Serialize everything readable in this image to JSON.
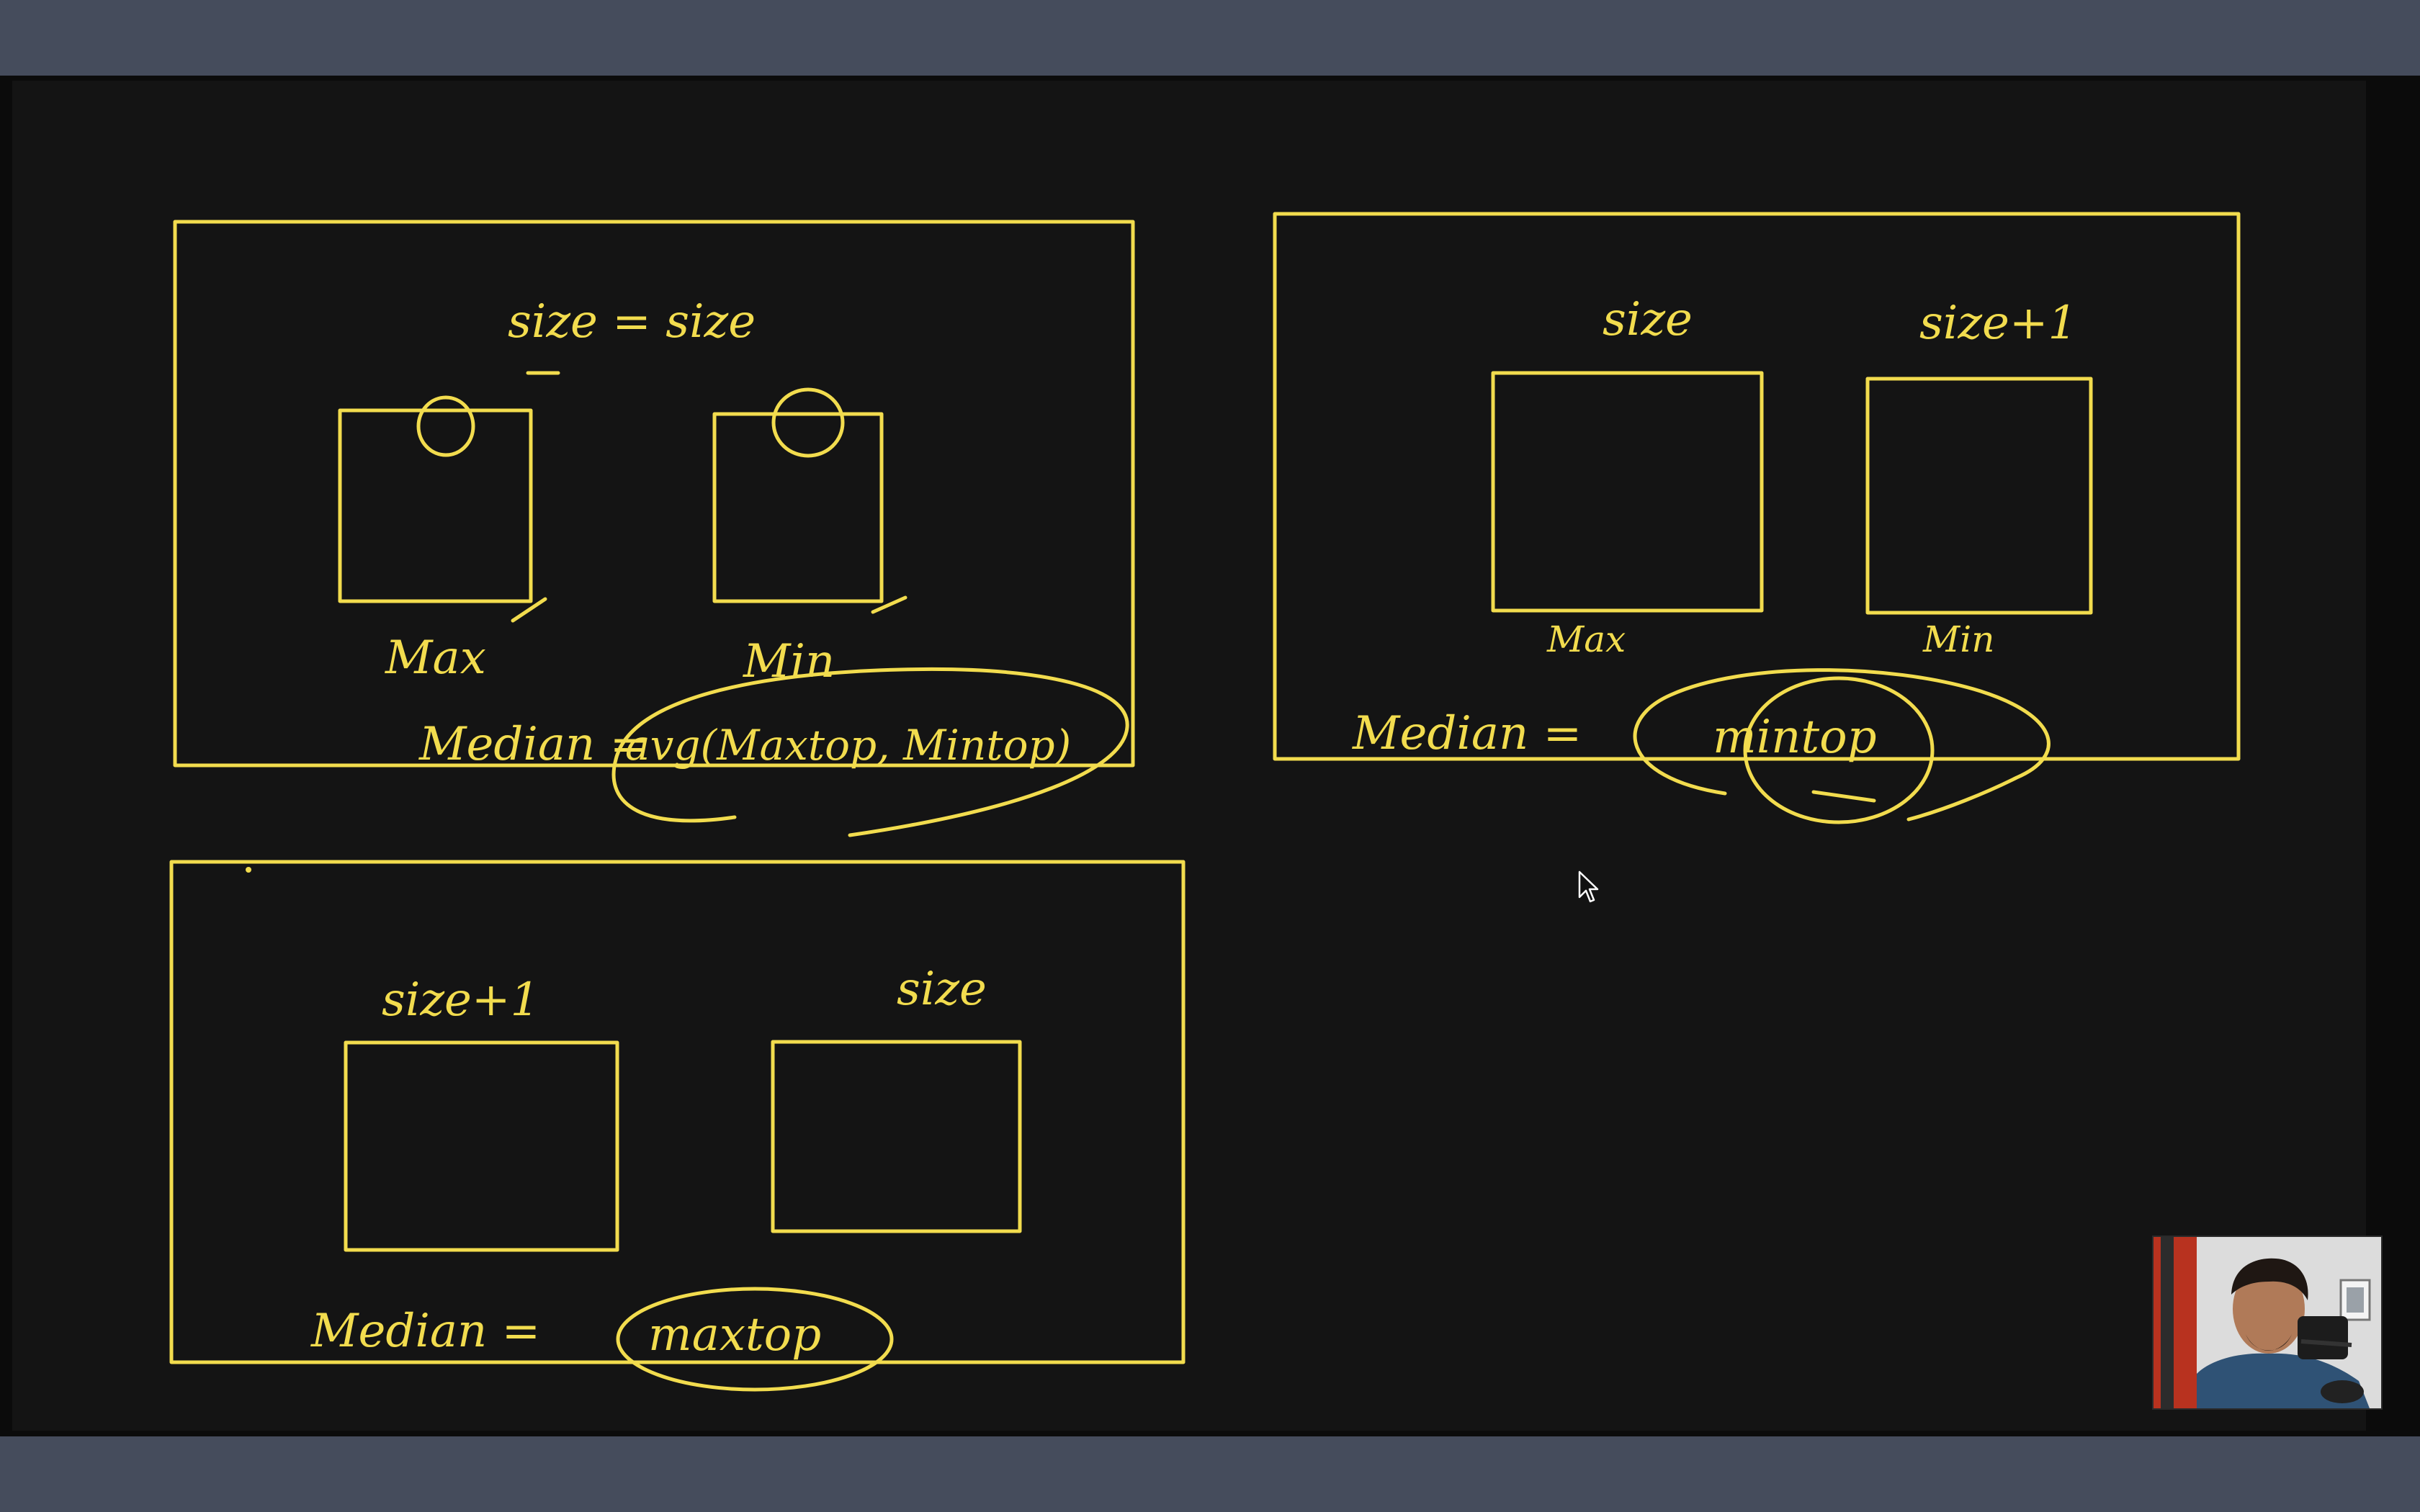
{
  "panel_top_left": {
    "label_size_eq": "size = size",
    "label_max": "Max",
    "label_min": "Min",
    "formula_prefix": "Median =",
    "formula_circled": "avg(Maxtop, Mintop)"
  },
  "panel_top_right": {
    "label_left": "size",
    "label_right": "size+1",
    "label_max": "Max",
    "label_min": "Min",
    "formula_prefix": "Median =",
    "formula_circled": "mintop"
  },
  "panel_bottom_left": {
    "label_left": "size+1",
    "label_right": "size",
    "formula_prefix": "Median =",
    "formula_circled": "maxtop"
  },
  "colors": {
    "ink": "#f2dc4e",
    "board": "#141414",
    "chrome": "#454c5c"
  }
}
